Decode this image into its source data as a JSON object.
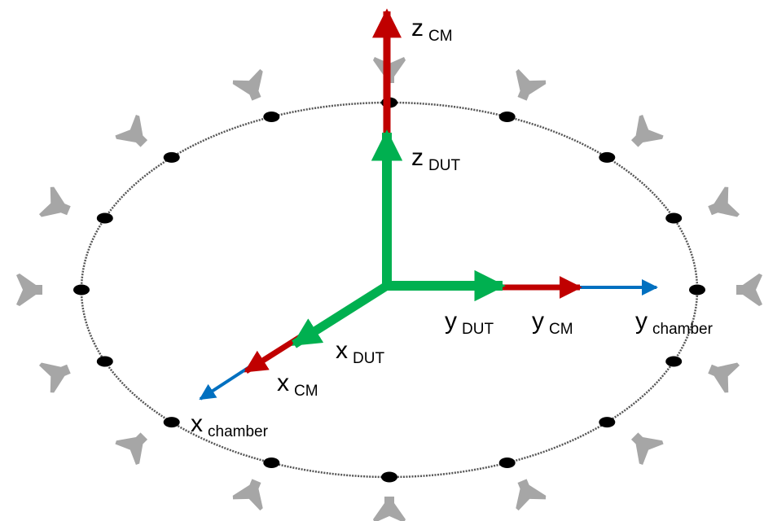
{
  "colors": {
    "cm_axis": "#c00000",
    "dut_axis": "#00b050",
    "chamber_axis": "#0070c0",
    "ring": "#555555",
    "probe": "#000000",
    "antenna": "#a6a6a6"
  },
  "labels": {
    "z_cm": {
      "main": "z",
      "sub": "CM"
    },
    "z_dut": {
      "main": "z",
      "sub": "DUT"
    },
    "y_dut": {
      "main": "y",
      "sub": "DUT"
    },
    "y_cm": {
      "main": "y",
      "sub": "CM"
    },
    "y_chamber": {
      "main": "y",
      "sub": "chamber"
    },
    "x_dut": {
      "main": "x",
      "sub": "DUT"
    },
    "x_cm": {
      "main": "x",
      "sub": "CM"
    },
    "x_chamber": {
      "main": "x",
      "sub": "chamber"
    }
  },
  "icons": {
    "probe": "probe-dot-icon",
    "antenna": "antenna-horn-icon"
  }
}
